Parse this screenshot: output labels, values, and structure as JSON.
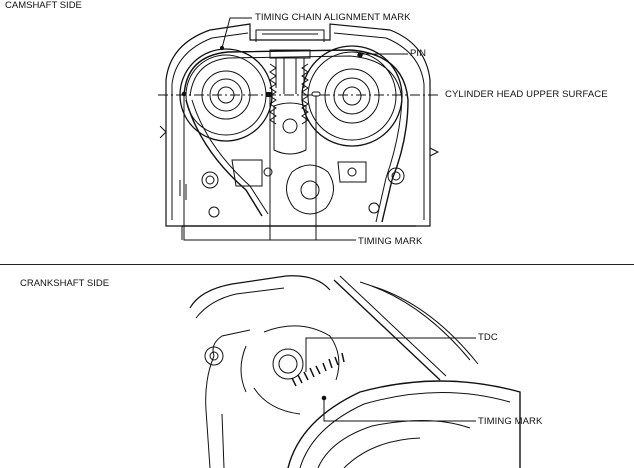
{
  "sections": {
    "top": {
      "title": "CAMSHAFT SIDE"
    },
    "bottom": {
      "title": "CRANKSHAFT SIDE"
    }
  },
  "labels": {
    "timing_chain_alignment_mark": "TIMING CHAIN ALIGNMENT MARK",
    "pin": "PIN",
    "cylinder_head_upper_surface": "CYLINDER HEAD UPPER SURFACE",
    "timing_mark_cam": "TIMING MARK",
    "tdc": "TDC",
    "timing_mark_crank": "TIMING MARK"
  }
}
